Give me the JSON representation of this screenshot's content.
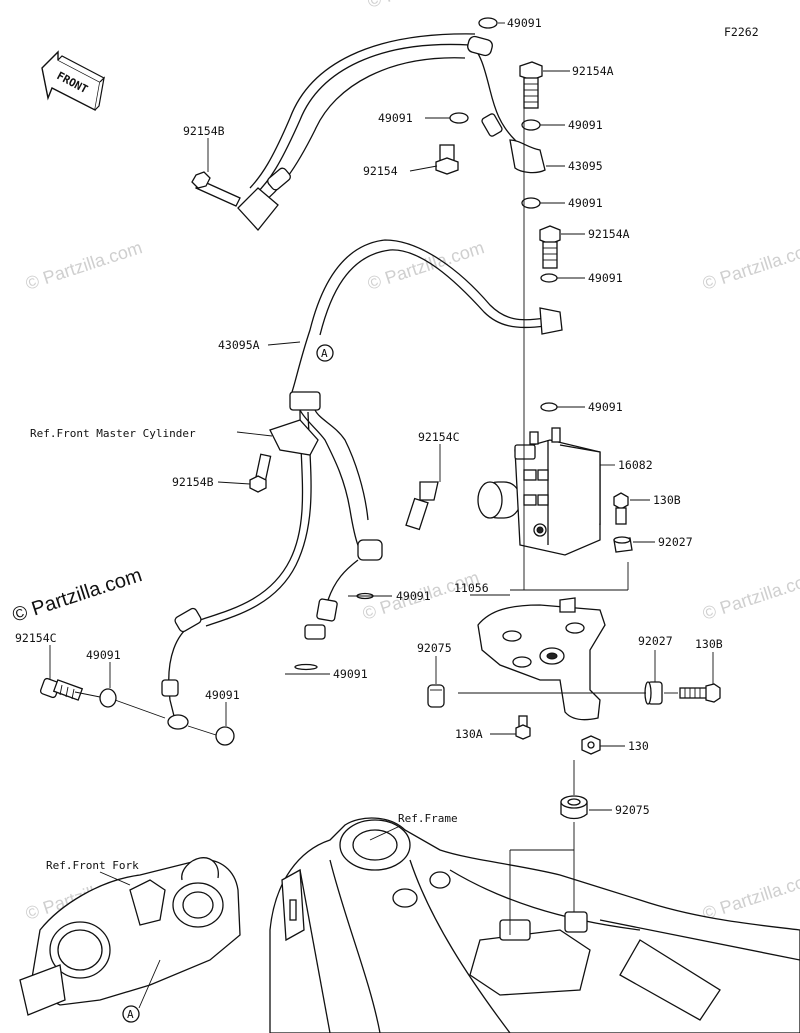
{
  "figure_code": "F2262",
  "front_label": "FRONT",
  "watermark": "© Partzilla.com",
  "callout_a": "A",
  "refs": {
    "master_cylinder": "Ref.Front Master Cylinder",
    "frame": "Ref.Frame",
    "front_fork": "Ref.Front Fork"
  },
  "labels": {
    "p49091_a": "49091",
    "p92154A_a": "92154A",
    "p49091_b": "49091",
    "p49091_c": "49091",
    "p92154B_a": "92154B",
    "p92154": "92154",
    "p43095": "43095",
    "p49091_d": "49091",
    "p92154A_b": "92154A",
    "p49091_e": "49091",
    "p43095A": "43095A",
    "p49091_f": "49091",
    "p92154C_a": "92154C",
    "p92154B_b": "92154B",
    "p16082": "16082",
    "p130B_a": "130B",
    "p92027_a": "92027",
    "p11056": "11056",
    "p49091_g": "49091",
    "p92154C_b": "92154C",
    "p49091_h": "49091",
    "p49091_i": "49091",
    "p92075_a": "92075",
    "p92027_b": "92027",
    "p130B_b": "130B",
    "p49091_j": "49091",
    "p130A": "130A",
    "p130": "130",
    "p92075_b": "92075"
  }
}
